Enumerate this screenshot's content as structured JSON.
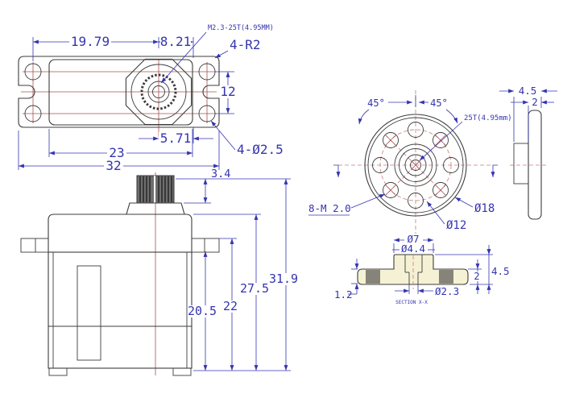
{
  "drawing": {
    "type": "servo motor dimension drawing",
    "views": {
      "top_view": {
        "dim_hole_to_shaft": "19.79",
        "dim_shaft_to_edge": "8.21",
        "spline_note": "M2.3-25T(4.95MM)",
        "corner_note": "4-R2",
        "dim_hole_span": "12",
        "dim_shaft_to_body_edge": "5.71",
        "dim_body_width": "23",
        "dim_flange_width": "32",
        "hole_note": "4-Ø2.5"
      },
      "side_view": {
        "dim_spline_height": "3.4",
        "dim_to_flange_bottom": "20.5",
        "dim_to_flange_top": "22",
        "dim_case_height": "27.5",
        "dim_total_height": "31.9"
      },
      "horn_front": {
        "angle_left": "45°",
        "angle_right": "45°",
        "spline_note": "25T(4.95mm)",
        "thread_note": "8-M 2.0",
        "dim_bolt_circle": "Ø12",
        "dim_outer": "Ø18"
      },
      "horn_side": {
        "dim_total_thickness": "4.5",
        "dim_disc_thickness": "2"
      },
      "horn_section": {
        "dim_hub_od": "Ø7",
        "dim_bore": "Ø4.4",
        "dim_center_hole": "Ø2.3",
        "dim_height": "4.5",
        "dim_arm": "2",
        "dim_thread": "1.2",
        "caption": "SECTION X-X"
      }
    },
    "colors": {
      "outline": "#3c3c3c",
      "dimension": "#3434b0",
      "centerline": "#a85050",
      "section_fill": "#f5f1d4",
      "gear_fill": "#6e6e6e",
      "background": "#ffffff"
    }
  }
}
